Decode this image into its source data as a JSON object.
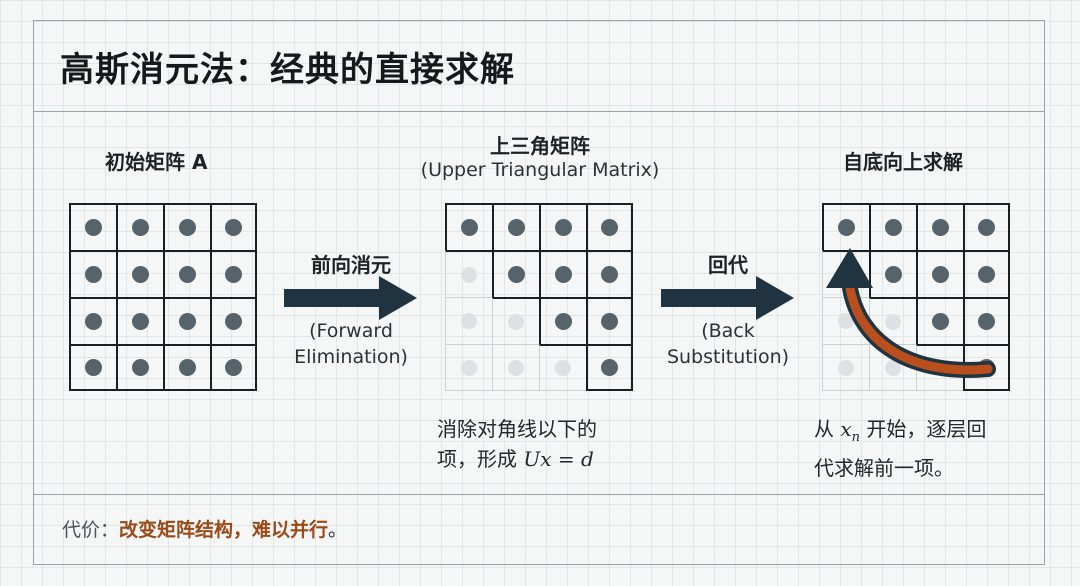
{
  "title": "高斯消元法：经典的直接求解",
  "stages": {
    "initial": {
      "title": "初始矩阵 A"
    },
    "upper": {
      "title": "上三角矩阵",
      "subtitle": "(Upper Triangular Matrix)"
    },
    "solve": {
      "title": "自底向上求解"
    }
  },
  "arrows": {
    "forward": {
      "label": "前向消元",
      "sub1": "(Forward",
      "sub2": "Elimination)"
    },
    "back": {
      "label": "回代",
      "sub1": "(Back",
      "sub2": "Substitution)"
    }
  },
  "notes": {
    "upper_line1": "消除对角线以下的",
    "upper_line2_prefix": "项，形成 ",
    "upper_line2_math": "Ux = d",
    "solve_line1_prefix": "从 ",
    "solve_line1_math_base": "x",
    "solve_line1_math_sub": "n",
    "solve_line1_suffix": " 开始，逐层回",
    "solve_line2": "代求解前一项。"
  },
  "footer": {
    "key": "代价：",
    "value": "改变矩阵结构，难以并行",
    "end": "。"
  },
  "matrix": {
    "size": 4,
    "upper_mask": [
      [
        1,
        1,
        1,
        1
      ],
      [
        0,
        1,
        1,
        1
      ],
      [
        0,
        0,
        1,
        1
      ],
      [
        0,
        0,
        0,
        1
      ]
    ]
  },
  "colors": {
    "dot": "#57636b",
    "faint_dot": "#dde1e3",
    "arrow": "#1f3440",
    "accent_orange": "#b84f1c",
    "footer_value": "#9a4a17"
  }
}
